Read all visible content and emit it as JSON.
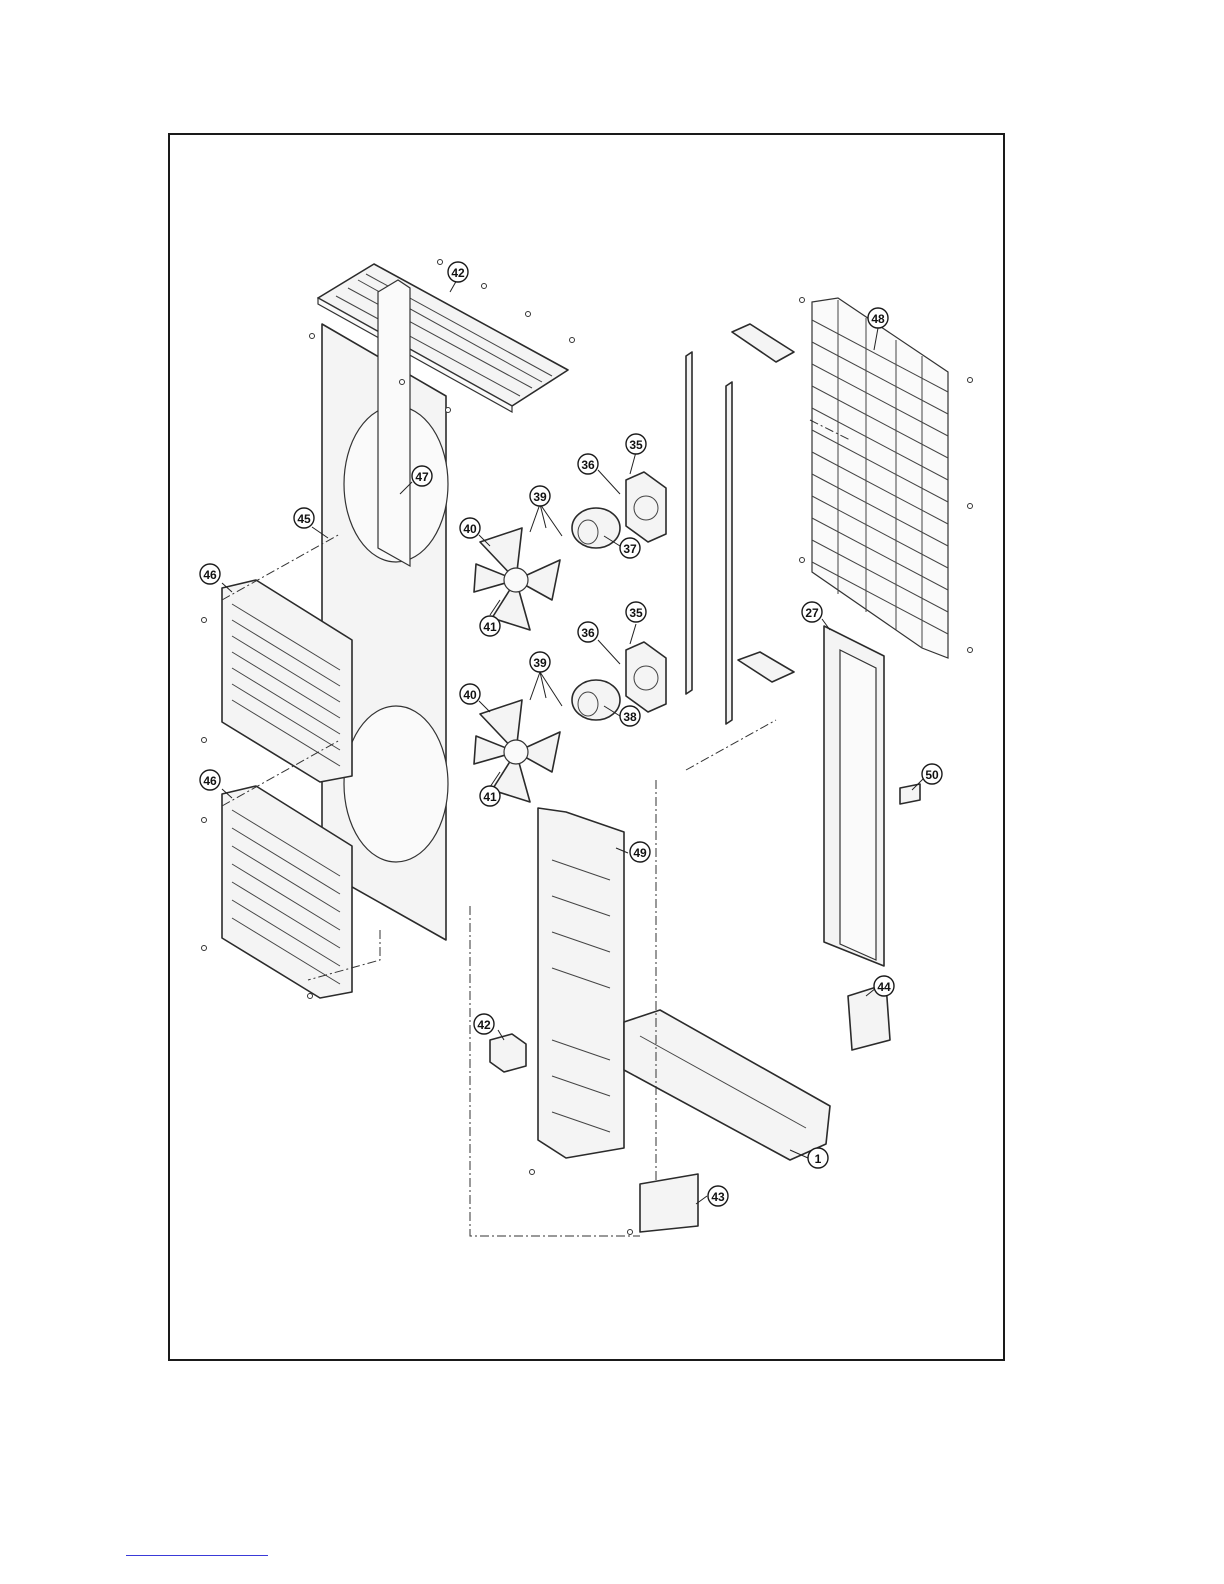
{
  "diagram": {
    "callouts": [
      {
        "id": "c42a",
        "label": "42"
      },
      {
        "id": "c48",
        "label": "48"
      },
      {
        "id": "c47",
        "label": "47"
      },
      {
        "id": "c45",
        "label": "45"
      },
      {
        "id": "c35a",
        "label": "35"
      },
      {
        "id": "c36a",
        "label": "36"
      },
      {
        "id": "c39a",
        "label": "39"
      },
      {
        "id": "c40a",
        "label": "40"
      },
      {
        "id": "c37",
        "label": "37"
      },
      {
        "id": "c46a",
        "label": "46"
      },
      {
        "id": "c41a",
        "label": "41"
      },
      {
        "id": "c35b",
        "label": "35"
      },
      {
        "id": "c36b",
        "label": "36"
      },
      {
        "id": "c27",
        "label": "27"
      },
      {
        "id": "c39b",
        "label": "39"
      },
      {
        "id": "c40b",
        "label": "40"
      },
      {
        "id": "c38",
        "label": "38"
      },
      {
        "id": "c41b",
        "label": "41"
      },
      {
        "id": "c46b",
        "label": "46"
      },
      {
        "id": "c50",
        "label": "50"
      },
      {
        "id": "c49",
        "label": "49"
      },
      {
        "id": "c44",
        "label": "44"
      },
      {
        "id": "c42b",
        "label": "42"
      },
      {
        "id": "c1",
        "label": "1"
      },
      {
        "id": "c43",
        "label": "43"
      }
    ]
  }
}
